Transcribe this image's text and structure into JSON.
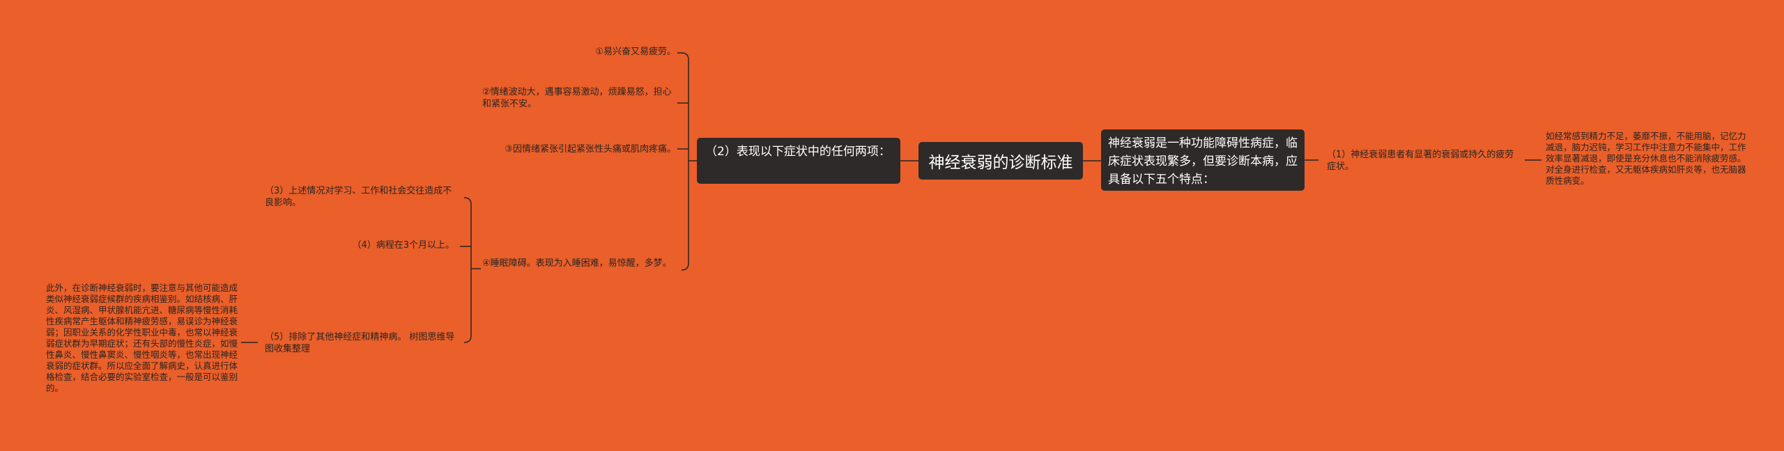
{
  "root": {
    "label": "神经衰弱的诊断标准"
  },
  "branch_left": {
    "label": "（2）表现以下症状中的任何两项：",
    "items": [
      "①易兴奋又易疲劳。",
      "②情绪波动大，遇事容易激动，烦躁易怒，担心和紧张不安。",
      "③因情绪紧张引起紧张性头痛或肌肉疼痛。",
      "④睡眠障碍。表现为入睡困难，易惊醒，多梦。"
    ]
  },
  "subbranch": {
    "items": [
      "（3）上述情况对学习、工作和社会交往造成不良影响。",
      "（4）病程在3个月以上。",
      "（5）排除了其他神经症和精神病。 树图思维导图收集整理"
    ],
    "detail": "此外，在诊断神经衰弱时，要注意与其他可能造成类似神经衰弱症候群的疾病相鉴别。如结核病、肝炎、风湿病、甲状腺机能亢进、糖尿病等慢性消耗性疾病常产生躯体和精神疲劳感，易误诊为神经衰弱；因职业关系的化学性职业中毒，也常以神经衰弱症状群为早期症状；还有头部的慢性炎症，如慢性鼻炎、慢性鼻窦炎、慢性咽炎等，也常出现神经衰弱的症状群。所以应全面了解病史，认真进行体格检查，结合必要的实验室检查，一般是可以鉴别的。"
  },
  "branch_right": {
    "label": "神经衰弱是一种功能障碍性病症，临床症状表现繁多，但要诊断本病，应具备以下五个特点：",
    "item": "（1）神经衰弱患者有显著的衰弱或持久的疲劳症状。",
    "detail": "如经常感到精力不足，萎靡不振，不能用脑，记忆力减退，脑力迟钝，学习工作中注意力不能集中，工作效率显著减退，即使是充分休息也不能消除疲劳感。对全身进行检查，又无躯体疾病如肝炎等，也无脑器质性病变。"
  }
}
